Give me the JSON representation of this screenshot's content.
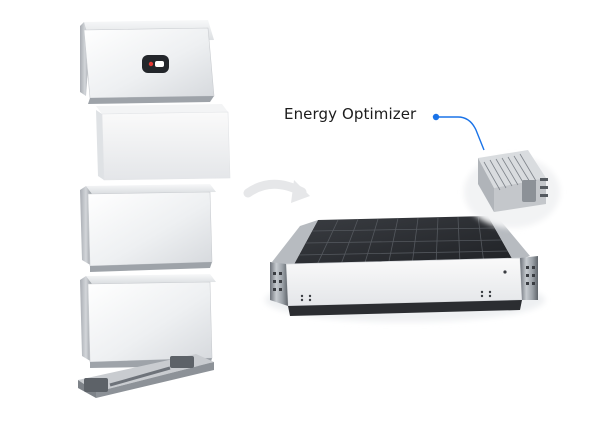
{
  "callout": {
    "label": "Energy Optimizer",
    "dot_color": "#1a73e8",
    "line_color": "#1a73e8"
  },
  "illustration": {
    "stack_modules": [
      "control-unit",
      "battery-module",
      "battery-module",
      "battery-module",
      "base"
    ],
    "arrow_icon": "curved-arrow-icon",
    "exploded_module": "battery-module-open",
    "optimizer_icon": "energy-optimizer-device"
  }
}
